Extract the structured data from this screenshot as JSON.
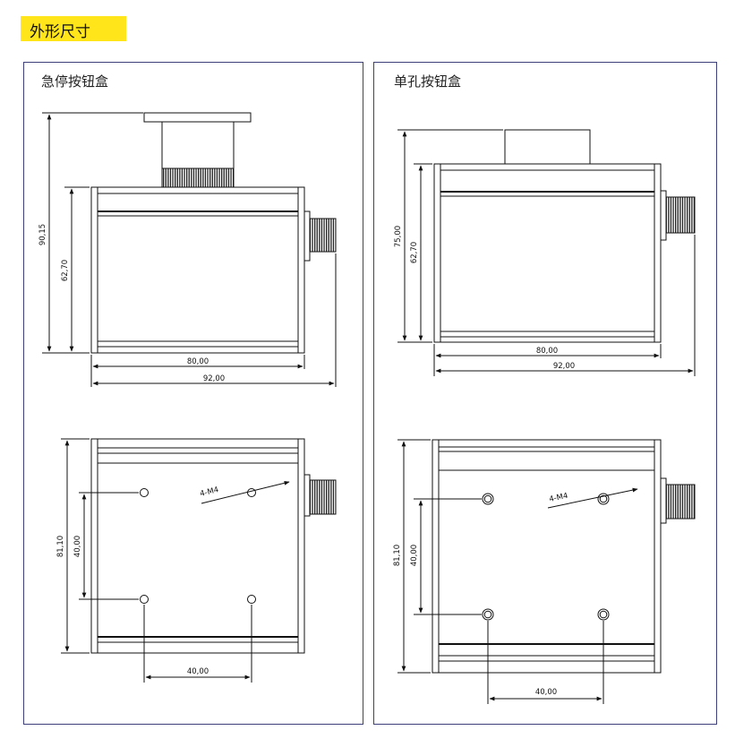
{
  "header": {
    "title": "外形尺寸"
  },
  "left_panel": {
    "title": "急停按钮盒",
    "top_view": {
      "height_total": "90,15",
      "height_body": "62,70",
      "width_body": "80,00",
      "width_total": "92,00"
    },
    "bottom_view": {
      "height_total": "81,10",
      "hole_spacing_v": "40,00",
      "hole_spacing_h": "40,00",
      "thread_label": "4-M4"
    }
  },
  "right_panel": {
    "title": "单孔按钮盒",
    "top_view": {
      "height_total": "75,00",
      "height_body": "62,70",
      "width_body": "80,00",
      "width_total": "92,00"
    },
    "bottom_view": {
      "height_total": "81,10",
      "hole_spacing_v": "40,00",
      "hole_spacing_h": "40,00",
      "thread_label": "4-M4"
    }
  }
}
